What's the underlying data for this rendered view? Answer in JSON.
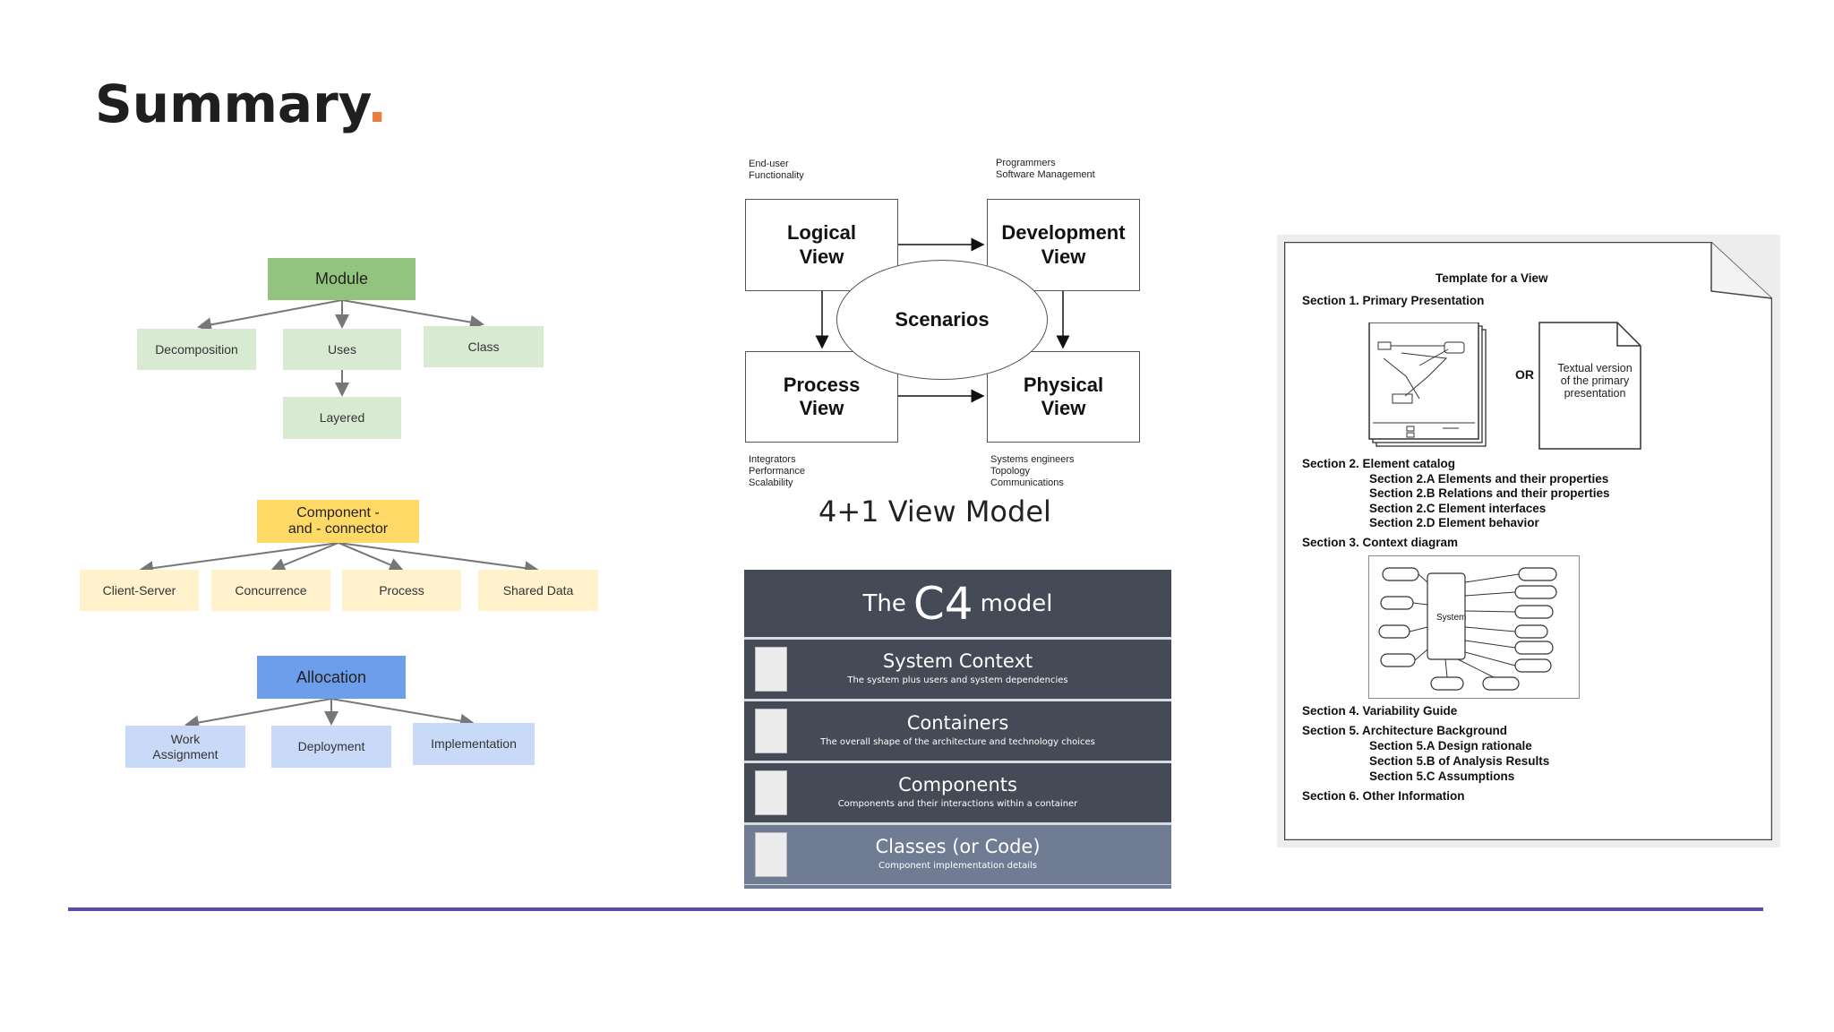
{
  "title": {
    "text": "Summary",
    "dot": "."
  },
  "taxonomy": {
    "module": {
      "label": "Module",
      "children": [
        "Decomposition",
        "Uses",
        "Class"
      ],
      "grandchild": "Layered"
    },
    "component": {
      "label_line1": "Component -",
      "label_line2": "and - connector",
      "children": [
        "Client-Server",
        "Concurrence",
        "Process",
        "Shared Data"
      ]
    },
    "allocation": {
      "label": "Allocation",
      "children_line1": [
        "Work",
        "Deployment",
        "Implementation"
      ],
      "work_line2": "Assignment"
    },
    "colors": {
      "green": "#93c47d",
      "yellow": "#ffd966",
      "blue": "#6d9eeb"
    }
  },
  "view41": {
    "logical": [
      "Logical",
      "View"
    ],
    "development": [
      "Development",
      "View"
    ],
    "process": [
      "Process",
      "View"
    ],
    "physical": [
      "Physical",
      "View"
    ],
    "scenarios": "Scenarios",
    "note_logical": [
      "End-user",
      "Functionality"
    ],
    "note_development": [
      "Programmers",
      "Software Management"
    ],
    "note_process": [
      "Integrators",
      "Performance",
      "Scalability"
    ],
    "note_physical": [
      "Systems engineers",
      "Topology",
      "Communications"
    ],
    "caption": "4+1 View Model"
  },
  "c4": {
    "title_pre": "The",
    "title_big": "C4",
    "title_post": "model",
    "rows": [
      {
        "name": "System Context",
        "desc": "The system plus users and system dependencies"
      },
      {
        "name": "Containers",
        "desc": "The overall shape of the architecture and technology choices"
      },
      {
        "name": "Components",
        "desc": "Components and their interactions within a container"
      },
      {
        "name": "Classes (or Code)",
        "desc": "Component implementation details"
      }
    ]
  },
  "template": {
    "heading": "Template for a View",
    "s1": "Section 1. Primary Presentation",
    "or": "OR",
    "textual": [
      "Textual version",
      "of the primary",
      "presentation"
    ],
    "s2": "Section 2. Element catalog",
    "s2a": "Section 2.A Elements and their properties",
    "s2b": "Section 2.B Relations and their properties",
    "s2c": "Section 2.C Element interfaces",
    "s2d": "Section 2.D Element behavior",
    "s3": "Section 3. Context diagram",
    "system": "System",
    "s4": "Section 4. Variability Guide",
    "s5": "Section 5. Architecture Background",
    "s5a": "Section 5.A Design rationale",
    "s5b": "Section 5.B of Analysis Results",
    "s5c": "Section 5.C Assumptions",
    "s6": "Section 6. Other Information"
  }
}
